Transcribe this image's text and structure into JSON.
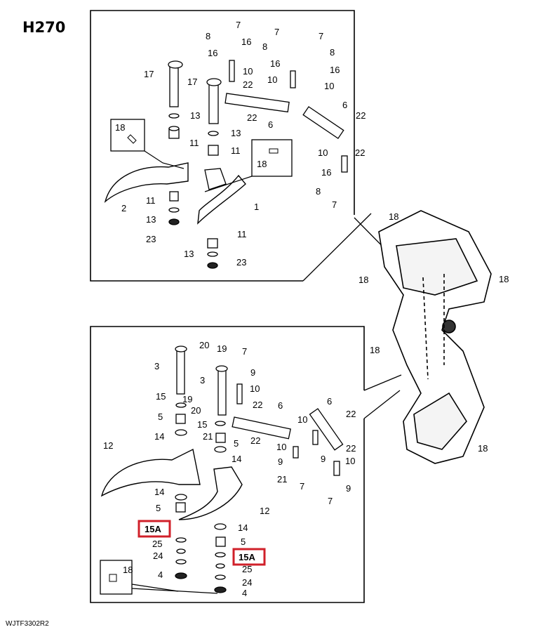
{
  "model_label": "H270",
  "drawing_code": "WJTF3302R2",
  "highlight_color": "#d0202a",
  "upper_assembly": {
    "callouts": [
      "7",
      "8",
      "16",
      "7",
      "8",
      "7",
      "16",
      "8",
      "10",
      "16",
      "16",
      "10",
      "22",
      "10",
      "17",
      "17",
      "22",
      "6",
      "13",
      "6",
      "22",
      "18",
      "13",
      "11",
      "11",
      "18",
      "22",
      "10",
      "16",
      "8",
      "7",
      "2",
      "11",
      "1",
      "13",
      "23",
      "11",
      "13",
      "23"
    ]
  },
  "lower_assembly": {
    "callouts": [
      "20",
      "19",
      "7",
      "3",
      "9",
      "3",
      "10",
      "19",
      "20",
      "15",
      "22",
      "6",
      "6",
      "5",
      "15",
      "10",
      "22",
      "14",
      "21",
      "5",
      "22",
      "22",
      "12",
      "14",
      "10",
      "10",
      "9",
      "9",
      "14",
      "21",
      "5",
      "12",
      "7",
      "7",
      "9",
      "14",
      "25",
      "5",
      "24",
      "25",
      "4",
      "24",
      "18",
      "4"
    ],
    "highlighted": [
      "15A",
      "15A"
    ]
  },
  "frame": {
    "callouts": [
      "18",
      "18",
      "18",
      "18",
      "18"
    ]
  },
  "icons": [
    "mounting-bolt-icon",
    "cotter-pin-icon",
    "washer-icon",
    "bushing-icon",
    "frame-weldment-icon"
  ]
}
